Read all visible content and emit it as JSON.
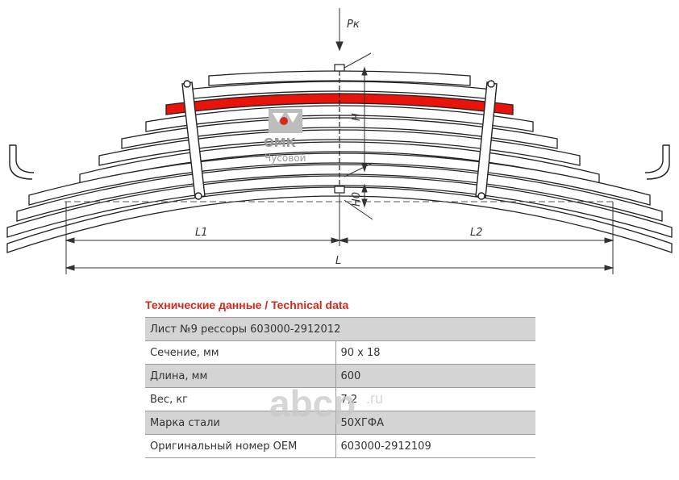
{
  "drawing": {
    "load_label": "Pк",
    "height_label": "H",
    "h0_label": "H0",
    "l1_label": "L1",
    "l2_label": "L2",
    "l_label": "L",
    "highlight_color": "#e8140c"
  },
  "logo": {
    "brand": "ОМК",
    "sub": "Чусовой"
  },
  "watermark": {
    "main": "abcp",
    "suffix": ".ru"
  },
  "spec": {
    "title": "Технические данные / Technical data",
    "header": "Лист №9 рессоры 603000-2912012",
    "rows": [
      {
        "label": "Сечение, мм",
        "value": "90 x 18"
      },
      {
        "label": "Длина, мм",
        "value": "600"
      },
      {
        "label": "Вес, кг",
        "value": "7,2"
      },
      {
        "label": "Марка стали",
        "value": "50ХГФА"
      },
      {
        "label": "Оригинальный номер OEM",
        "value": "603000-2912109"
      }
    ]
  }
}
